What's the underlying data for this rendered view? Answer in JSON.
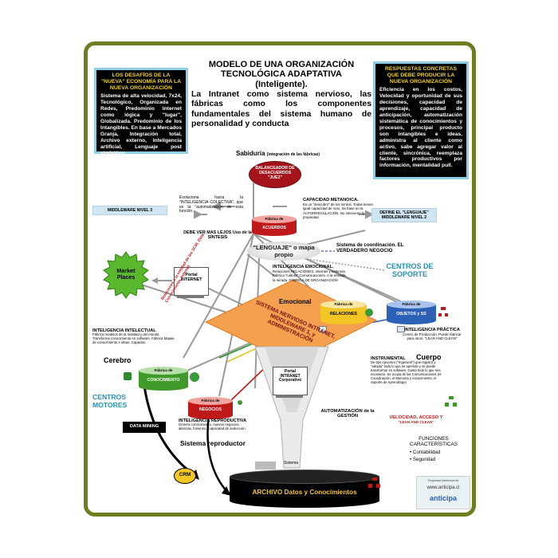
{
  "title": {
    "line1": "MODELO DE UNA ORGANIZACIÓN",
    "line2": "TECNOLÓGICA ADAPTATIVA",
    "line3": "(Inteligente).",
    "subtitle": "La Intranet como sistema nervioso, las fábricas como los componentes fundamentales del sistema humano de personalidad y conducta"
  },
  "left_box": {
    "heading": "LOS DESAFÍOS DE LA \"NUEVA\" ECONOMÍA PARA LA NUEVA ORGANIZACIÓN",
    "body": "Sistema de alta velocidad, 7x24, Tecnológico, Organizada en Redes, Predominio Internet como lógica y \"lugar\", Globalizada. Predominio de los Intangibles. En base a Mercados Granja, Integración total, Archivo externo, Inteligencia artificial, Lenguaje post simbólico."
  },
  "right_box": {
    "heading": "RESPUESTAS CONCRETAS QUE DEBE PRODUCIR LA NUEVA ORGANIZACIÓN",
    "body": "Eficiencia en los costos, Velocidad y oportunidad de sus decisiones, capacidad de aprendizaje, capacidad de anticipación, automatización sistemática de conocimientos y procesos, principal producto son intangibles e ideas, administra al cliente como activo, sabe agregar valor al cliente, sincrónica, reemplaza factores productivos por información, mentalidad pull."
  },
  "sabiduria": {
    "label": "Sabiduría",
    "sub": "(integración de las fábricas)"
  },
  "balanceador": "BALANCEADOR DE DESACUERDOS \"JUEZ\"",
  "evolucion": "Evoluciona hacia la \"INTELIGENCIA COLECTIVA\", que es la \"automatización de esta función.",
  "middleware3": "MIDDLEWARE NIVEL 3",
  "capacidad_meta": {
    "heading": "CAPACIDAD METANOICA.",
    "body": "Es un \"descubrir\" de los sentos. Todas tienen igual capacidad de voto. Se base en la AUTORREGULACIÓN. No interviene la propiedad."
  },
  "define_lenguaje": "DEFINE EL \"LENGUAJE\" MIDDLEWARE NIVEL 2",
  "fabrica_acuerdos": {
    "line1": "Fábrica de",
    "line2": "ACUERDOS"
  },
  "debe_ver": "DEBE VER MAS LEJOS Uso de la SÍNTESIS",
  "lenguaje": "\"LENGUAJE\" o mapa propio",
  "sistema_coord": "Sistema de coordinación. EL VERDADERO NEGOCIO",
  "centros_soporte": "CENTROS DE SOPORTE",
  "market_places": "Market Places",
  "portal_internet": "Portal INTERNET",
  "int_emocional": {
    "heading": "INTELIGENCIA EMOCIONAL.",
    "body": "Relaciones RELACIONES, internas y externas. Fábrica \"cultura\" Comunicaciones. A la entrada la mirada. FÁBRICA DE ORGANIZACIÓN"
  },
  "emocional": "Emocional",
  "fabrica_relaciones": {
    "line1": "Fábrica de",
    "line2": "RELACIONES"
  },
  "fabrica_objetos": {
    "line1": "Fábrica de",
    "line2": "OBJETOS y SS"
  },
  "int_practica": {
    "heading": "INTELIGENCIA PRÁCTICA",
    "body": "Centro de Producción. Puede fabricar para otros. \"LEAN AND CLEAN\""
  },
  "cuerpo": "Cuerpo",
  "int_intelectual": {
    "heading": "INTELIGENCIA INTELECTUAL",
    "body": "Fábrica modelos de la realidad y del mundo. Transforma conocimiento en software. Fábrica Mapas de conocimiento e ideas. Capacita."
  },
  "cerebro": "Cerebro",
  "diagonal_red": "Relaciones a la entidad de las SCM, Data, Conocimiento, Internet",
  "sistema_nervioso": "SISTEMA NERVIOSO INTRANET, MIDDLEWARE 1, y ADMINISTRACIÓN",
  "instrumental": {
    "heading": "INSTRUMENTAL",
    "body": "De tipo ejecutivo (\"Ingenieril\") que registra y \"adopta\" todo lo que se aprende y se puede transformar en software. Gusta todo lo que sea necesario. Se ocupa de las Comunicaciones (el Coordinación, el Memoria y conocimiento, el Soporte de Aprendizaje)"
  },
  "fabrica_conocimiento": {
    "line1": "Fábrica de",
    "line2": "CONOCIMIENTO"
  },
  "centros_motores": "CENTROS MOTORES",
  "portal_intranet": "Portal INTRANET Corporativo",
  "fabrica_negocios": {
    "line1": "Fábrica de",
    "line2": "NEGOCIOS"
  },
  "data_mining": "DATA MINING",
  "int_reproductiva": {
    "heading": "INTELIGENCIA REPRODUCTIVA",
    "body": "Genera conocimiento, nuevos negocios, alianzas, fusiones. Capacidad de seducción."
  },
  "sistema_reproductor": "Sistema reproductor",
  "automatizacion": "AUTOMATIZACIÓN de la GESTIÓN",
  "velocidad": "VELOCIDAD, ACCESO Y",
  "lean": "\"LEAN AND CLEAN\"",
  "funciones": {
    "heading": "FUNCIONES CARACTERÍSTICAS",
    "items": [
      "Contabilidad",
      "Seguridad"
    ]
  },
  "crm": "CRM",
  "sistema_label": "Sistema",
  "archivo": "ARCHIVO Datos y Conocimientos",
  "logo": {
    "small": "Propiedad Intelectual de",
    "url": "www.anticipa.cl",
    "name": "anticipa"
  },
  "colors": {
    "frame": "#6f7d1f",
    "yellow_cyl": "#f4c623",
    "green_cyl": "#3f9a2a",
    "red_cyl": "#c0191a",
    "blue_cyl": "#2b62b8",
    "funnel": "#f4a04e",
    "market": "#5ab82c"
  }
}
